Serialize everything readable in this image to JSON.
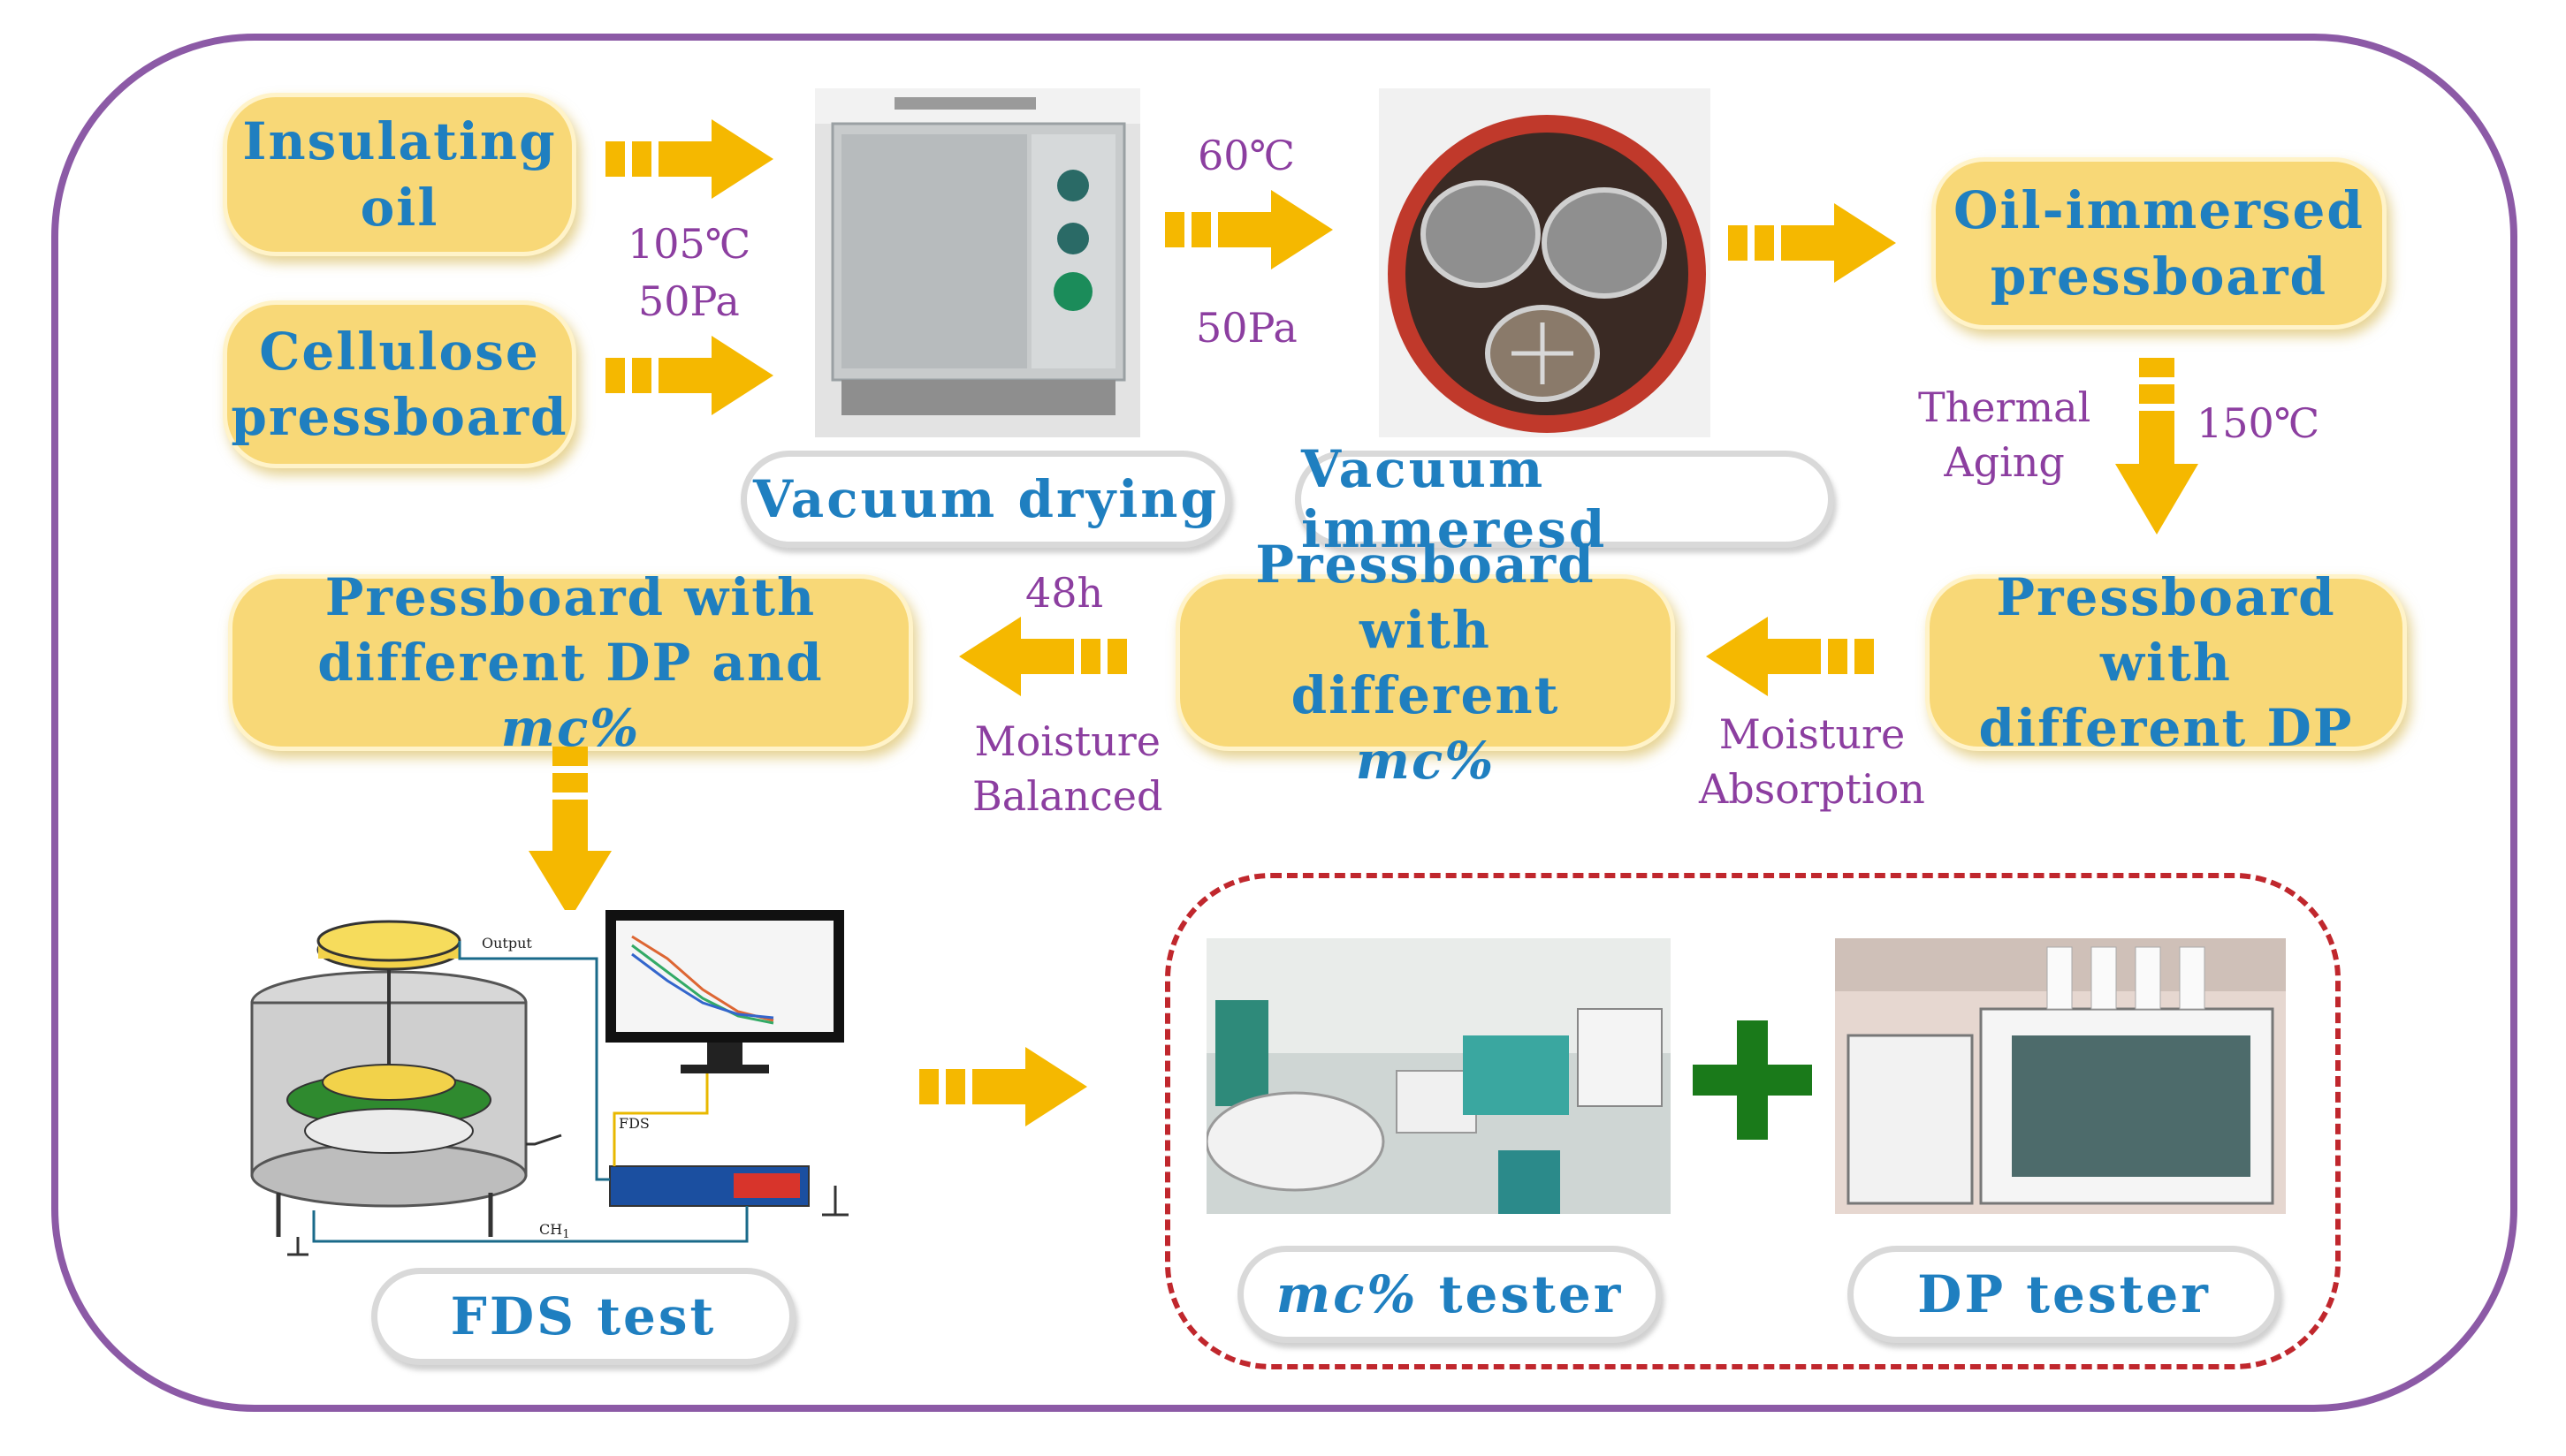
{
  "colors": {
    "frame": "#8c5aa6",
    "box_fill": "#f8d877",
    "box_text": "#1f7fc0",
    "annotation_text": "#8c3ea0",
    "arrow": "#f5b800",
    "dash_border": "#c0272d",
    "plus": "#1a7a1a"
  },
  "boxes": {
    "insulating_oil": [
      "Insulating",
      "oil"
    ],
    "cellulose": [
      "Cellulose",
      "pressboard"
    ],
    "oil_immersed": [
      "Oil-immersed",
      "pressboard"
    ],
    "diff_dp": [
      "Pressboard with",
      "different DP"
    ],
    "diff_mc": [
      "Pressboard with",
      "different",
      "mc%"
    ],
    "diff_dp_mc": [
      "Pressboard with",
      "different DP and",
      "mc%"
    ]
  },
  "labels": {
    "vacuum_drying": "Vacuum drying",
    "vacuum_immersed": "Vacuum immeresd",
    "fds_test": "FDS test",
    "mc_tester_italic": "mc%",
    "mc_tester_rest": " tester",
    "dp_tester": "DP tester"
  },
  "annotations": {
    "drying_temp": "105℃",
    "drying_pressure": "50Pa",
    "immersion_temp": "60℃",
    "immersion_pressure": "50Pa",
    "thermal_aging": [
      "Thermal",
      "Aging"
    ],
    "aging_temp": "150℃",
    "moisture_absorption": [
      "Moisture",
      "Absorption"
    ],
    "balance_time": "48h",
    "moisture_balanced": [
      "Moisture",
      "Balanced"
    ]
  },
  "fds_schematic": {
    "output_label": "Output",
    "fds_label": "FDS",
    "ch_label": "CH",
    "ch_sub": "1"
  },
  "icons": {
    "flow_arrow": "block-arrow-icon",
    "plus": "plus-icon"
  }
}
